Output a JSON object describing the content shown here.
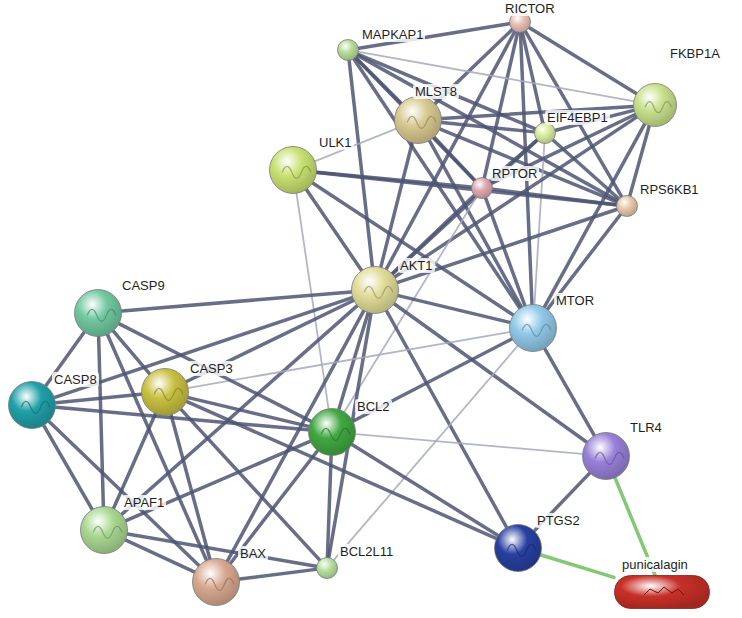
{
  "diagram": {
    "nodes": [
      {
        "text": [
          "RICTOR"
        ]
      },
      {
        "text": [
          "MAPKAP1"
        ]
      },
      {
        "text": [
          "FKBP1A"
        ]
      },
      {
        "text": [
          "MLST8"
        ]
      },
      {
        "text": [
          "EIF4EBP1"
        ]
      },
      {
        "text": [
          "ULK1"
        ]
      },
      {
        "text": [
          "RPTOR"
        ]
      },
      {
        "text": [
          "RPS6KB1"
        ]
      },
      {
        "text": [
          "AKT1"
        ]
      },
      {
        "text": [
          "CASP9"
        ]
      },
      {
        "text": [
          "MTOR"
        ]
      },
      {
        "text": [
          "CASP8"
        ]
      },
      {
        "text": [
          "CASP3"
        ]
      },
      {
        "text": [
          "BCL2"
        ]
      },
      {
        "text": [
          "TLR4"
        ]
      },
      {
        "text": [
          "APAF1"
        ]
      },
      {
        "text": [
          "PTGS2"
        ]
      },
      {
        "text": [
          "BCL2L11"
        ]
      },
      {
        "text": [
          "BAX"
        ]
      },
      {
        "text": [
          "punicalagin"
        ]
      }
    ],
    "edges": [
      {
        "from": 0,
        "to": 1,
        "arrow": "none"
      },
      {
        "from": 0,
        "to": 3,
        "arrow": "none"
      },
      {
        "from": 0,
        "to": 4,
        "arrow": "none"
      },
      {
        "from": 0,
        "to": 6,
        "arrow": "none"
      },
      {
        "from": 0,
        "to": 7,
        "arrow": "none"
      },
      {
        "from": 0,
        "to": 2,
        "arrow": "none"
      },
      {
        "from": 0,
        "to": 10,
        "arrow": "none"
      },
      {
        "from": 0,
        "to": 8,
        "arrow": "none"
      },
      {
        "from": 1,
        "to": 3,
        "arrow": "none"
      },
      {
        "from": 1,
        "to": 4,
        "arrow": "none"
      },
      {
        "from": 1,
        "to": 6,
        "arrow": "none"
      },
      {
        "from": 1,
        "to": 7,
        "arrow": "none"
      },
      {
        "from": 1,
        "to": 10,
        "arrow": "none"
      },
      {
        "from": 1,
        "to": 8,
        "arrow": "none"
      },
      {
        "from": 1,
        "to": 2,
        "arrow": "none"
      },
      {
        "from": 3,
        "to": 4,
        "arrow": "none"
      },
      {
        "from": 3,
        "to": 6,
        "arrow": "none"
      },
      {
        "from": 3,
        "to": 7,
        "arrow": "none"
      },
      {
        "from": 3,
        "to": 2,
        "arrow": "none"
      },
      {
        "from": 3,
        "to": 10,
        "arrow": "none"
      },
      {
        "from": 3,
        "to": 8,
        "arrow": "none"
      },
      {
        "from": 3,
        "to": 5,
        "arrow": "none"
      },
      {
        "from": 4,
        "to": 6,
        "arrow": "none"
      },
      {
        "from": 4,
        "to": 7,
        "arrow": "none"
      },
      {
        "from": 4,
        "to": 2,
        "arrow": "none"
      },
      {
        "from": 4,
        "to": 10,
        "arrow": "none"
      },
      {
        "from": 4,
        "to": 8,
        "arrow": "none"
      },
      {
        "from": 2,
        "to": 6,
        "arrow": "none"
      },
      {
        "from": 2,
        "to": 7,
        "arrow": "none"
      },
      {
        "from": 2,
        "to": 10,
        "arrow": "none"
      },
      {
        "from": 2,
        "to": 8,
        "arrow": "none"
      },
      {
        "from": 5,
        "to": 6,
        "arrow": "none"
      },
      {
        "from": 5,
        "to": 7,
        "arrow": "none"
      },
      {
        "from": 5,
        "to": 10,
        "arrow": "none"
      },
      {
        "from": 5,
        "to": 8,
        "arrow": "none"
      },
      {
        "from": 5,
        "to": 13,
        "arrow": "none"
      },
      {
        "from": 6,
        "to": 7,
        "arrow": "none"
      },
      {
        "from": 6,
        "to": 10,
        "arrow": "none"
      },
      {
        "from": 6,
        "to": 8,
        "arrow": "none"
      },
      {
        "from": 6,
        "to": 13,
        "arrow": "none"
      },
      {
        "from": 7,
        "to": 10,
        "arrow": "none"
      },
      {
        "from": 7,
        "to": 8,
        "arrow": "none"
      },
      {
        "from": 8,
        "to": 10,
        "arrow": "none"
      },
      {
        "from": 8,
        "to": 9,
        "arrow": "none"
      },
      {
        "from": 8,
        "to": 12,
        "arrow": "none"
      },
      {
        "from": 8,
        "to": 11,
        "arrow": "none"
      },
      {
        "from": 8,
        "to": 13,
        "arrow": "none"
      },
      {
        "from": 8,
        "to": 18,
        "arrow": "none"
      },
      {
        "from": 8,
        "to": 15,
        "arrow": "none"
      },
      {
        "from": 8,
        "to": 17,
        "arrow": "none"
      },
      {
        "from": 8,
        "to": 16,
        "arrow": "none"
      },
      {
        "from": 8,
        "to": 14,
        "arrow": "none"
      },
      {
        "from": 10,
        "to": 13,
        "arrow": "none"
      },
      {
        "from": 10,
        "to": 14,
        "arrow": "none"
      },
      {
        "from": 10,
        "to": 12,
        "arrow": "none"
      },
      {
        "from": 10,
        "to": 17,
        "arrow": "none"
      },
      {
        "from": 9,
        "to": 11,
        "arrow": "none"
      },
      {
        "from": 9,
        "to": 12,
        "arrow": "none"
      },
      {
        "from": 9,
        "to": 15,
        "arrow": "none"
      },
      {
        "from": 9,
        "to": 13,
        "arrow": "none"
      },
      {
        "from": 9,
        "to": 18,
        "arrow": "none"
      },
      {
        "from": 11,
        "to": 12,
        "arrow": "none"
      },
      {
        "from": 11,
        "to": 15,
        "arrow": "none"
      },
      {
        "from": 11,
        "to": 13,
        "arrow": "none"
      },
      {
        "from": 11,
        "to": 18,
        "arrow": "none"
      },
      {
        "from": 12,
        "to": 15,
        "arrow": "none"
      },
      {
        "from": 12,
        "to": 13,
        "arrow": "none"
      },
      {
        "from": 12,
        "to": 18,
        "arrow": "none"
      },
      {
        "from": 12,
        "to": 17,
        "arrow": "none"
      },
      {
        "from": 12,
        "to": 16,
        "arrow": "none"
      },
      {
        "from": 13,
        "to": 15,
        "arrow": "none"
      },
      {
        "from": 13,
        "to": 18,
        "arrow": "none"
      },
      {
        "from": 13,
        "to": 17,
        "arrow": "none"
      },
      {
        "from": 13,
        "to": 14,
        "arrow": "none"
      },
      {
        "from": 13,
        "to": 16,
        "arrow": "none"
      },
      {
        "from": 15,
        "to": 18,
        "arrow": "none"
      },
      {
        "from": 15,
        "to": 17,
        "arrow": "none"
      },
      {
        "from": 18,
        "to": 17,
        "arrow": "none"
      },
      {
        "from": 14,
        "to": 16,
        "arrow": "none"
      },
      {
        "from": 14,
        "to": 19,
        "arrow": "none"
      },
      {
        "from": 16,
        "to": 19,
        "arrow": "none"
      }
    ]
  }
}
